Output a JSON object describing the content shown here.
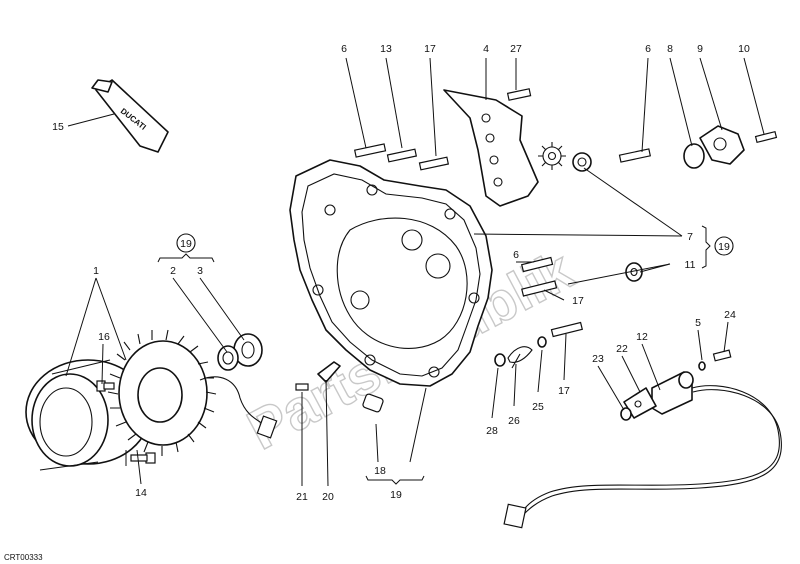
{
  "diagram": {
    "drawing_code": "CRT00333",
    "watermark_text": "Partsrepublik",
    "tube_label": "DUCATI",
    "callouts": [
      {
        "id": "c1",
        "label": "1"
      },
      {
        "id": "c2",
        "label": "2"
      },
      {
        "id": "c3",
        "label": "3"
      },
      {
        "id": "c4",
        "label": "4"
      },
      {
        "id": "c5",
        "label": "5"
      },
      {
        "id": "c6a",
        "label": "6"
      },
      {
        "id": "c6b",
        "label": "6"
      },
      {
        "id": "c6c",
        "label": "6"
      },
      {
        "id": "c7",
        "label": "7"
      },
      {
        "id": "c8",
        "label": "8"
      },
      {
        "id": "c9",
        "label": "9"
      },
      {
        "id": "c10",
        "label": "10"
      },
      {
        "id": "c11",
        "label": "11"
      },
      {
        "id": "c12",
        "label": "12"
      },
      {
        "id": "c13",
        "label": "13"
      },
      {
        "id": "c14",
        "label": "14"
      },
      {
        "id": "c15",
        "label": "15"
      },
      {
        "id": "c16",
        "label": "16"
      },
      {
        "id": "c17a",
        "label": "17"
      },
      {
        "id": "c17b",
        "label": "17"
      },
      {
        "id": "c17c",
        "label": "17"
      },
      {
        "id": "c18",
        "label": "18"
      },
      {
        "id": "c19a",
        "label": "19"
      },
      {
        "id": "c19b",
        "label": "19"
      },
      {
        "id": "c19c",
        "label": "19"
      },
      {
        "id": "c20",
        "label": "20"
      },
      {
        "id": "c21",
        "label": "21"
      },
      {
        "id": "c22",
        "label": "22"
      },
      {
        "id": "c23",
        "label": "23"
      },
      {
        "id": "c24",
        "label": "24"
      },
      {
        "id": "c25",
        "label": "25"
      },
      {
        "id": "c26",
        "label": "26"
      },
      {
        "id": "c27",
        "label": "27"
      },
      {
        "id": "c28",
        "label": "28"
      }
    ]
  }
}
